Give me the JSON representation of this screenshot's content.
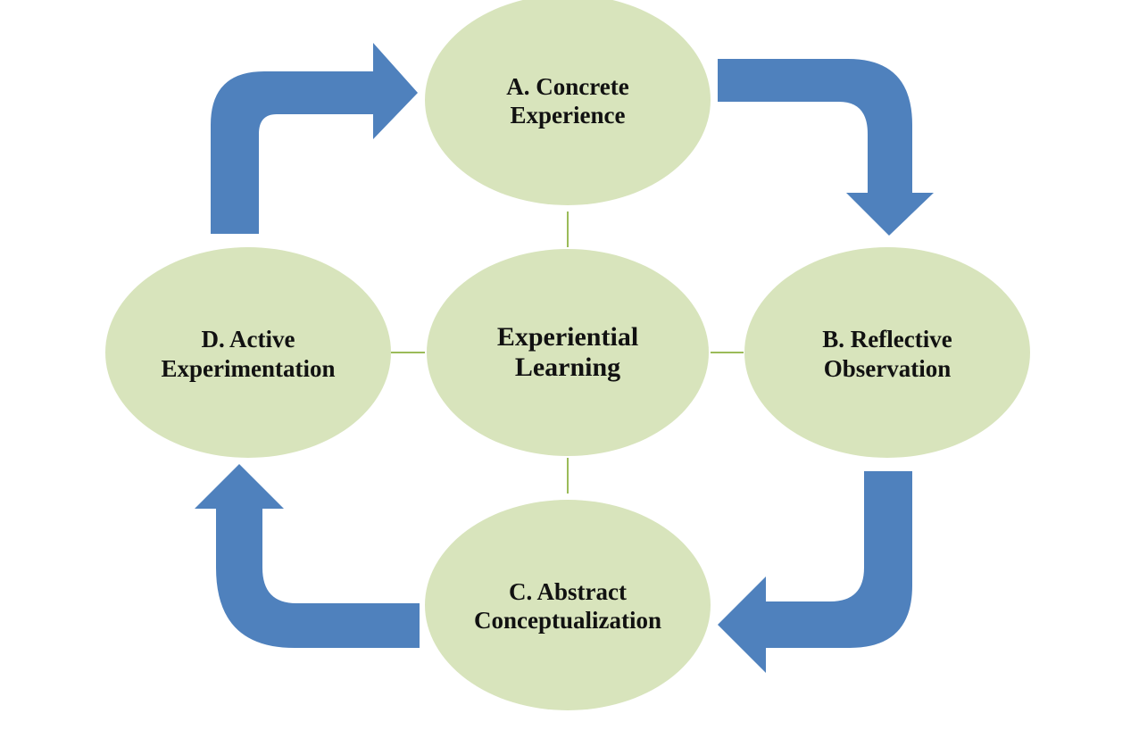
{
  "diagram": {
    "type": "cycle",
    "center": {
      "id": "experiential-learning",
      "lines": [
        "Experiential",
        "Learning"
      ]
    },
    "nodes": [
      {
        "id": "concrete-experience",
        "position": "top",
        "lines": [
          "A. Concrete",
          "Experience"
        ]
      },
      {
        "id": "reflective-observation",
        "position": "right",
        "lines": [
          "B. Reflective",
          "Observation"
        ]
      },
      {
        "id": "abstract-conceptualization",
        "position": "bottom",
        "lines": [
          "C. Abstract",
          "Conceptualization"
        ]
      },
      {
        "id": "active-experimentation",
        "position": "left",
        "lines": [
          "D. Active",
          "Experimentation"
        ]
      }
    ],
    "arrows": [
      {
        "from": "concrete-experience",
        "to": "reflective-observation",
        "direction": "clockwise"
      },
      {
        "from": "reflective-observation",
        "to": "abstract-conceptualization",
        "direction": "clockwise"
      },
      {
        "from": "abstract-conceptualization",
        "to": "active-experimentation",
        "direction": "clockwise"
      },
      {
        "from": "active-experimentation",
        "to": "concrete-experience",
        "direction": "clockwise"
      }
    ],
    "connectors": [
      {
        "from": "experiential-learning",
        "to": "concrete-experience"
      },
      {
        "from": "experiential-learning",
        "to": "reflective-observation"
      },
      {
        "from": "experiential-learning",
        "to": "abstract-conceptualization"
      },
      {
        "from": "experiential-learning",
        "to": "active-experimentation"
      }
    ],
    "colors": {
      "ellipse_fill": "#d8e4bc",
      "arrow_fill": "#4f81bd",
      "connector": "#9bbb59",
      "text": "#111111"
    }
  }
}
